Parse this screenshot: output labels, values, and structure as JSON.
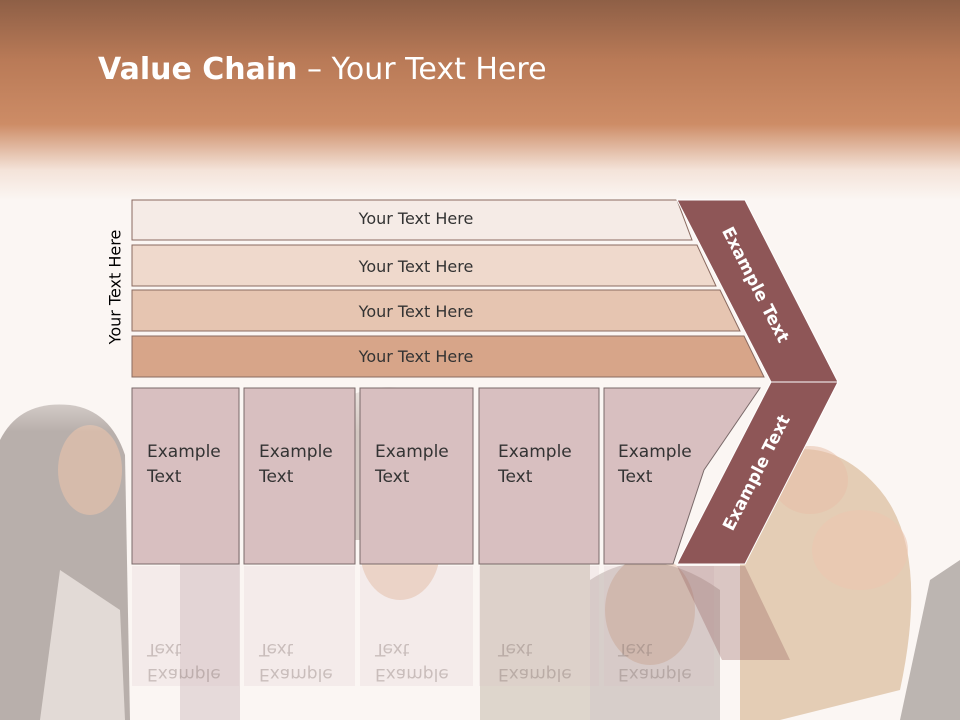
{
  "slide": {
    "title_bold": "Value Chain",
    "title_rest": " – Your Text Here",
    "side_label": "Your Text Here",
    "support_rows": [
      "Your Text Here",
      "Your Text Here",
      "Your Text Here",
      "Your Text Here"
    ],
    "primary_boxes": [
      {
        "line1": "Example",
        "line2": "Text"
      },
      {
        "line1": "Example",
        "line2": "Text"
      },
      {
        "line1": "Example",
        "line2": "Text"
      },
      {
        "line1": "Example",
        "line2": "Text"
      },
      {
        "line1": "Example",
        "line2": "Text"
      }
    ],
    "chevron_upper": "Example Text",
    "chevron_lower": "Example Text",
    "colors": {
      "header": "#c0825d",
      "row1": "#f5ebe6",
      "row2": "#efd9cc",
      "row3": "#e6c5b1",
      "row4": "#d7a589",
      "boxes": "#d8bfc0",
      "chevron": "#8e5657"
    }
  }
}
